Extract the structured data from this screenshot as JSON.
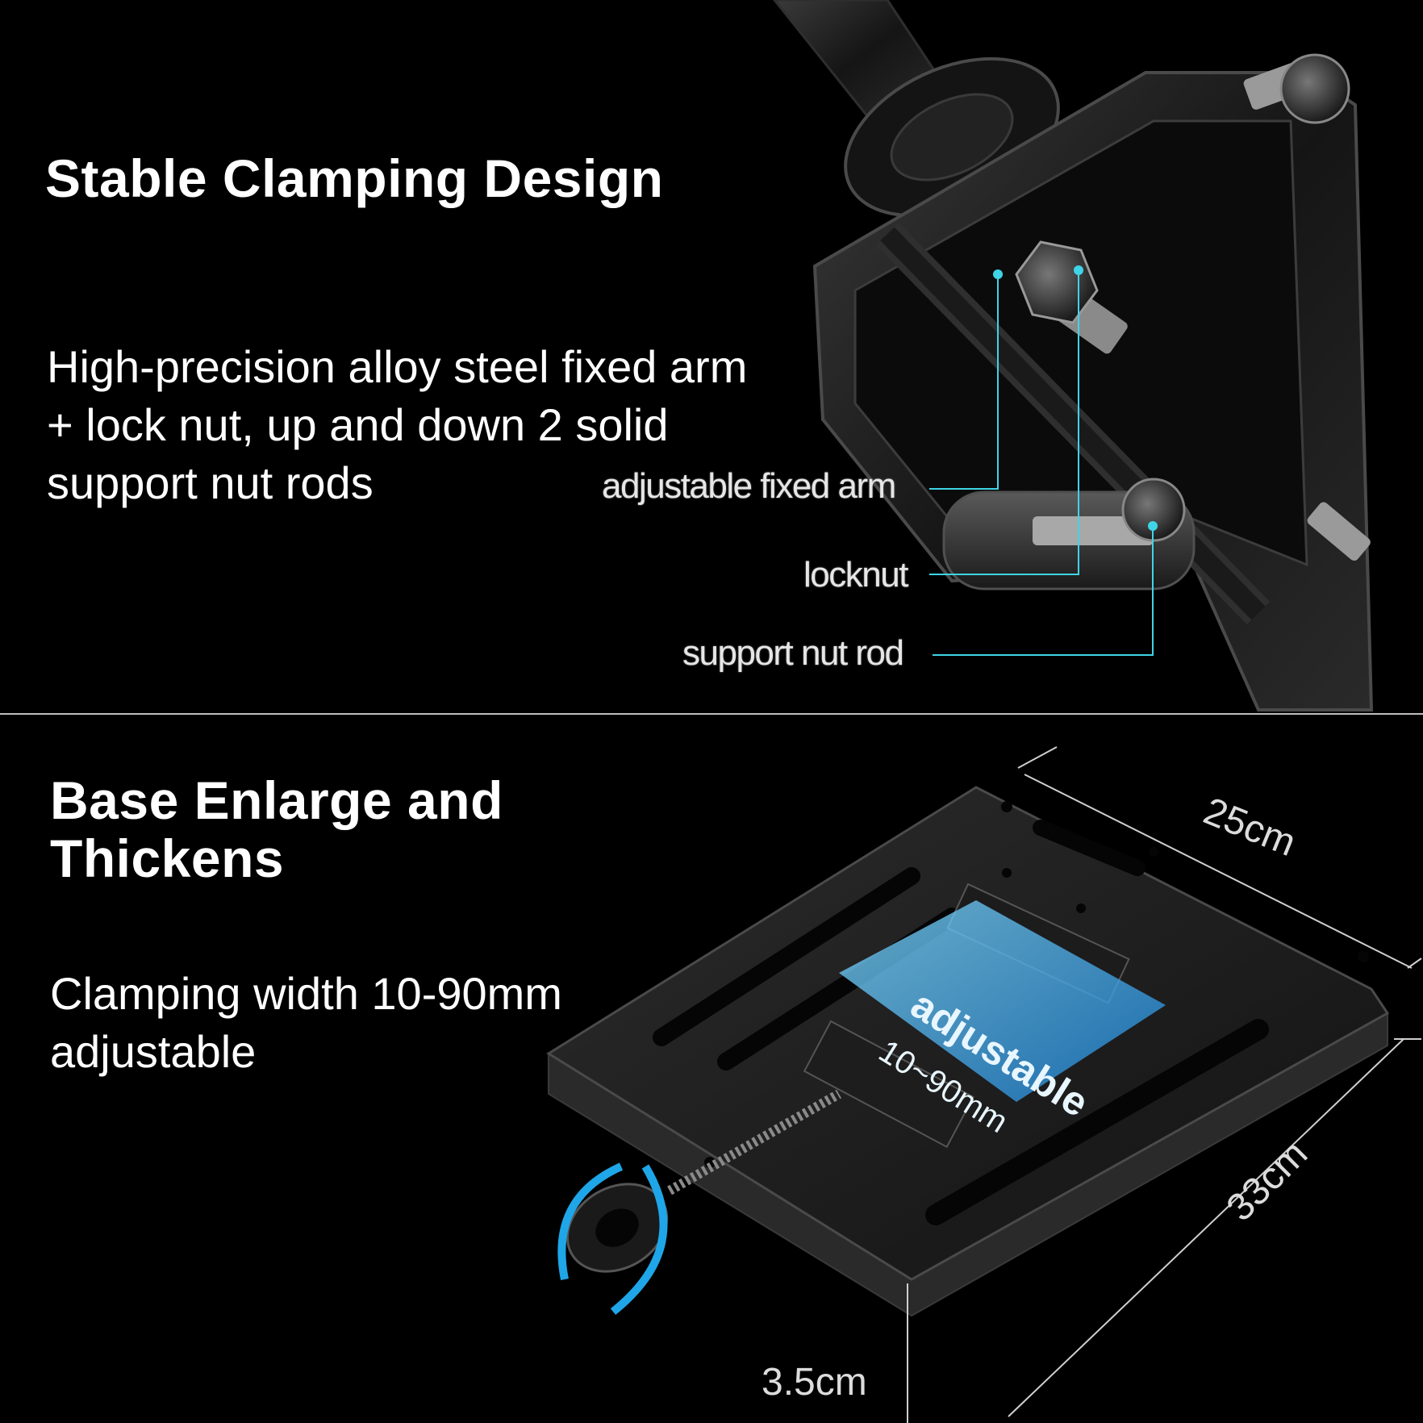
{
  "section_clamp": {
    "heading": "Stable Clamping Design",
    "body_lines": [
      "High-precision alloy steel fixed arm",
      "+ lock nut, up and down 2 solid",
      "support nut rods"
    ],
    "callouts": {
      "adjustable_arm": "adjustable fixed arm",
      "locknut": "locknut",
      "support_rod": "support nut rod"
    },
    "callout_color": "#3fd4e6"
  },
  "section_base": {
    "heading_lines": [
      "Base Enlarge and",
      "Thickens"
    ],
    "body_lines": [
      "Clamping width 10-90mm",
      "adjustable"
    ],
    "dimensions": {
      "width": "25cm",
      "length": "33cm",
      "thickness": "3.5cm"
    },
    "adjust_label": "adjustable",
    "adjust_range": "10~90mm",
    "accent_color": "#1fa6e8"
  },
  "divider_color": "#bdbdbd"
}
